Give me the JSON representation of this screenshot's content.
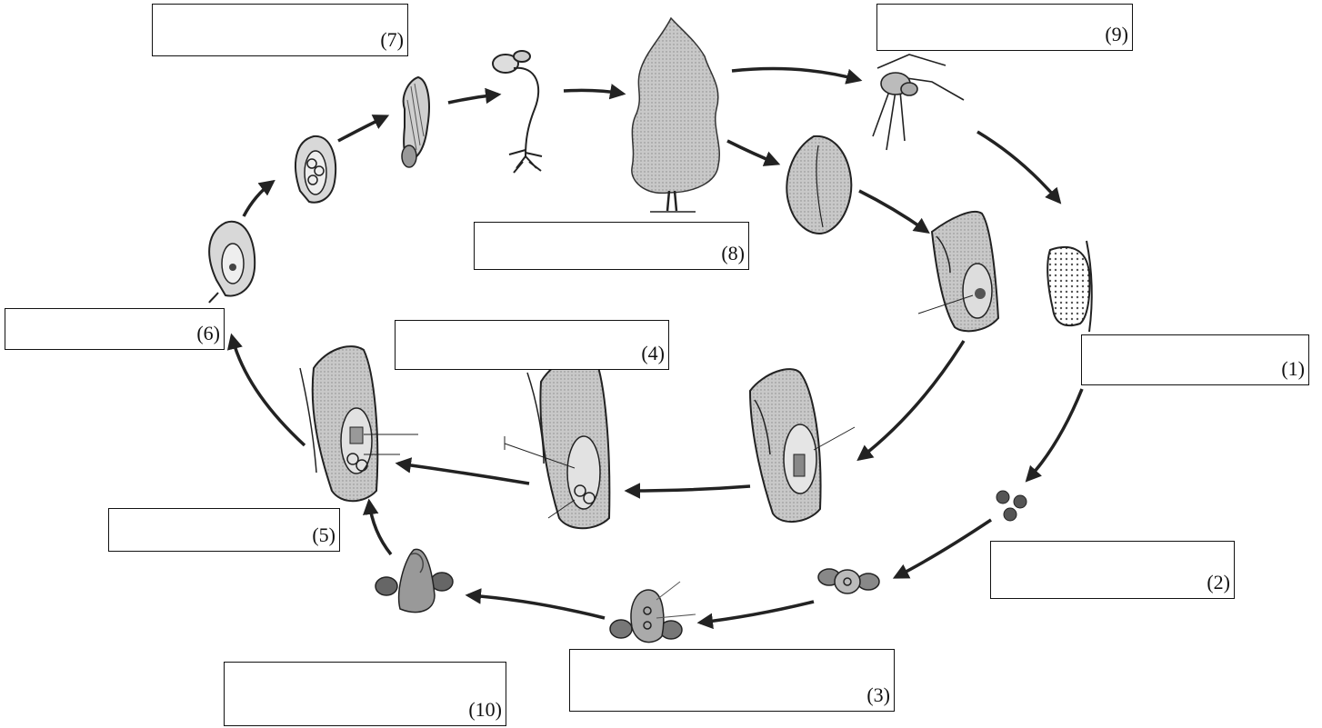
{
  "labels": {
    "box1": "(1)",
    "box2": "(2)",
    "box3": "(3)",
    "box4": "(4)",
    "box5": "(5)",
    "box6": "(6)",
    "box7": "(7)",
    "box8": "(8)",
    "box9": "(9)",
    "box10": "(10)"
  },
  "colors": {
    "ink": "#222222",
    "shade": "#b9b9b9",
    "dark": "#555555"
  }
}
